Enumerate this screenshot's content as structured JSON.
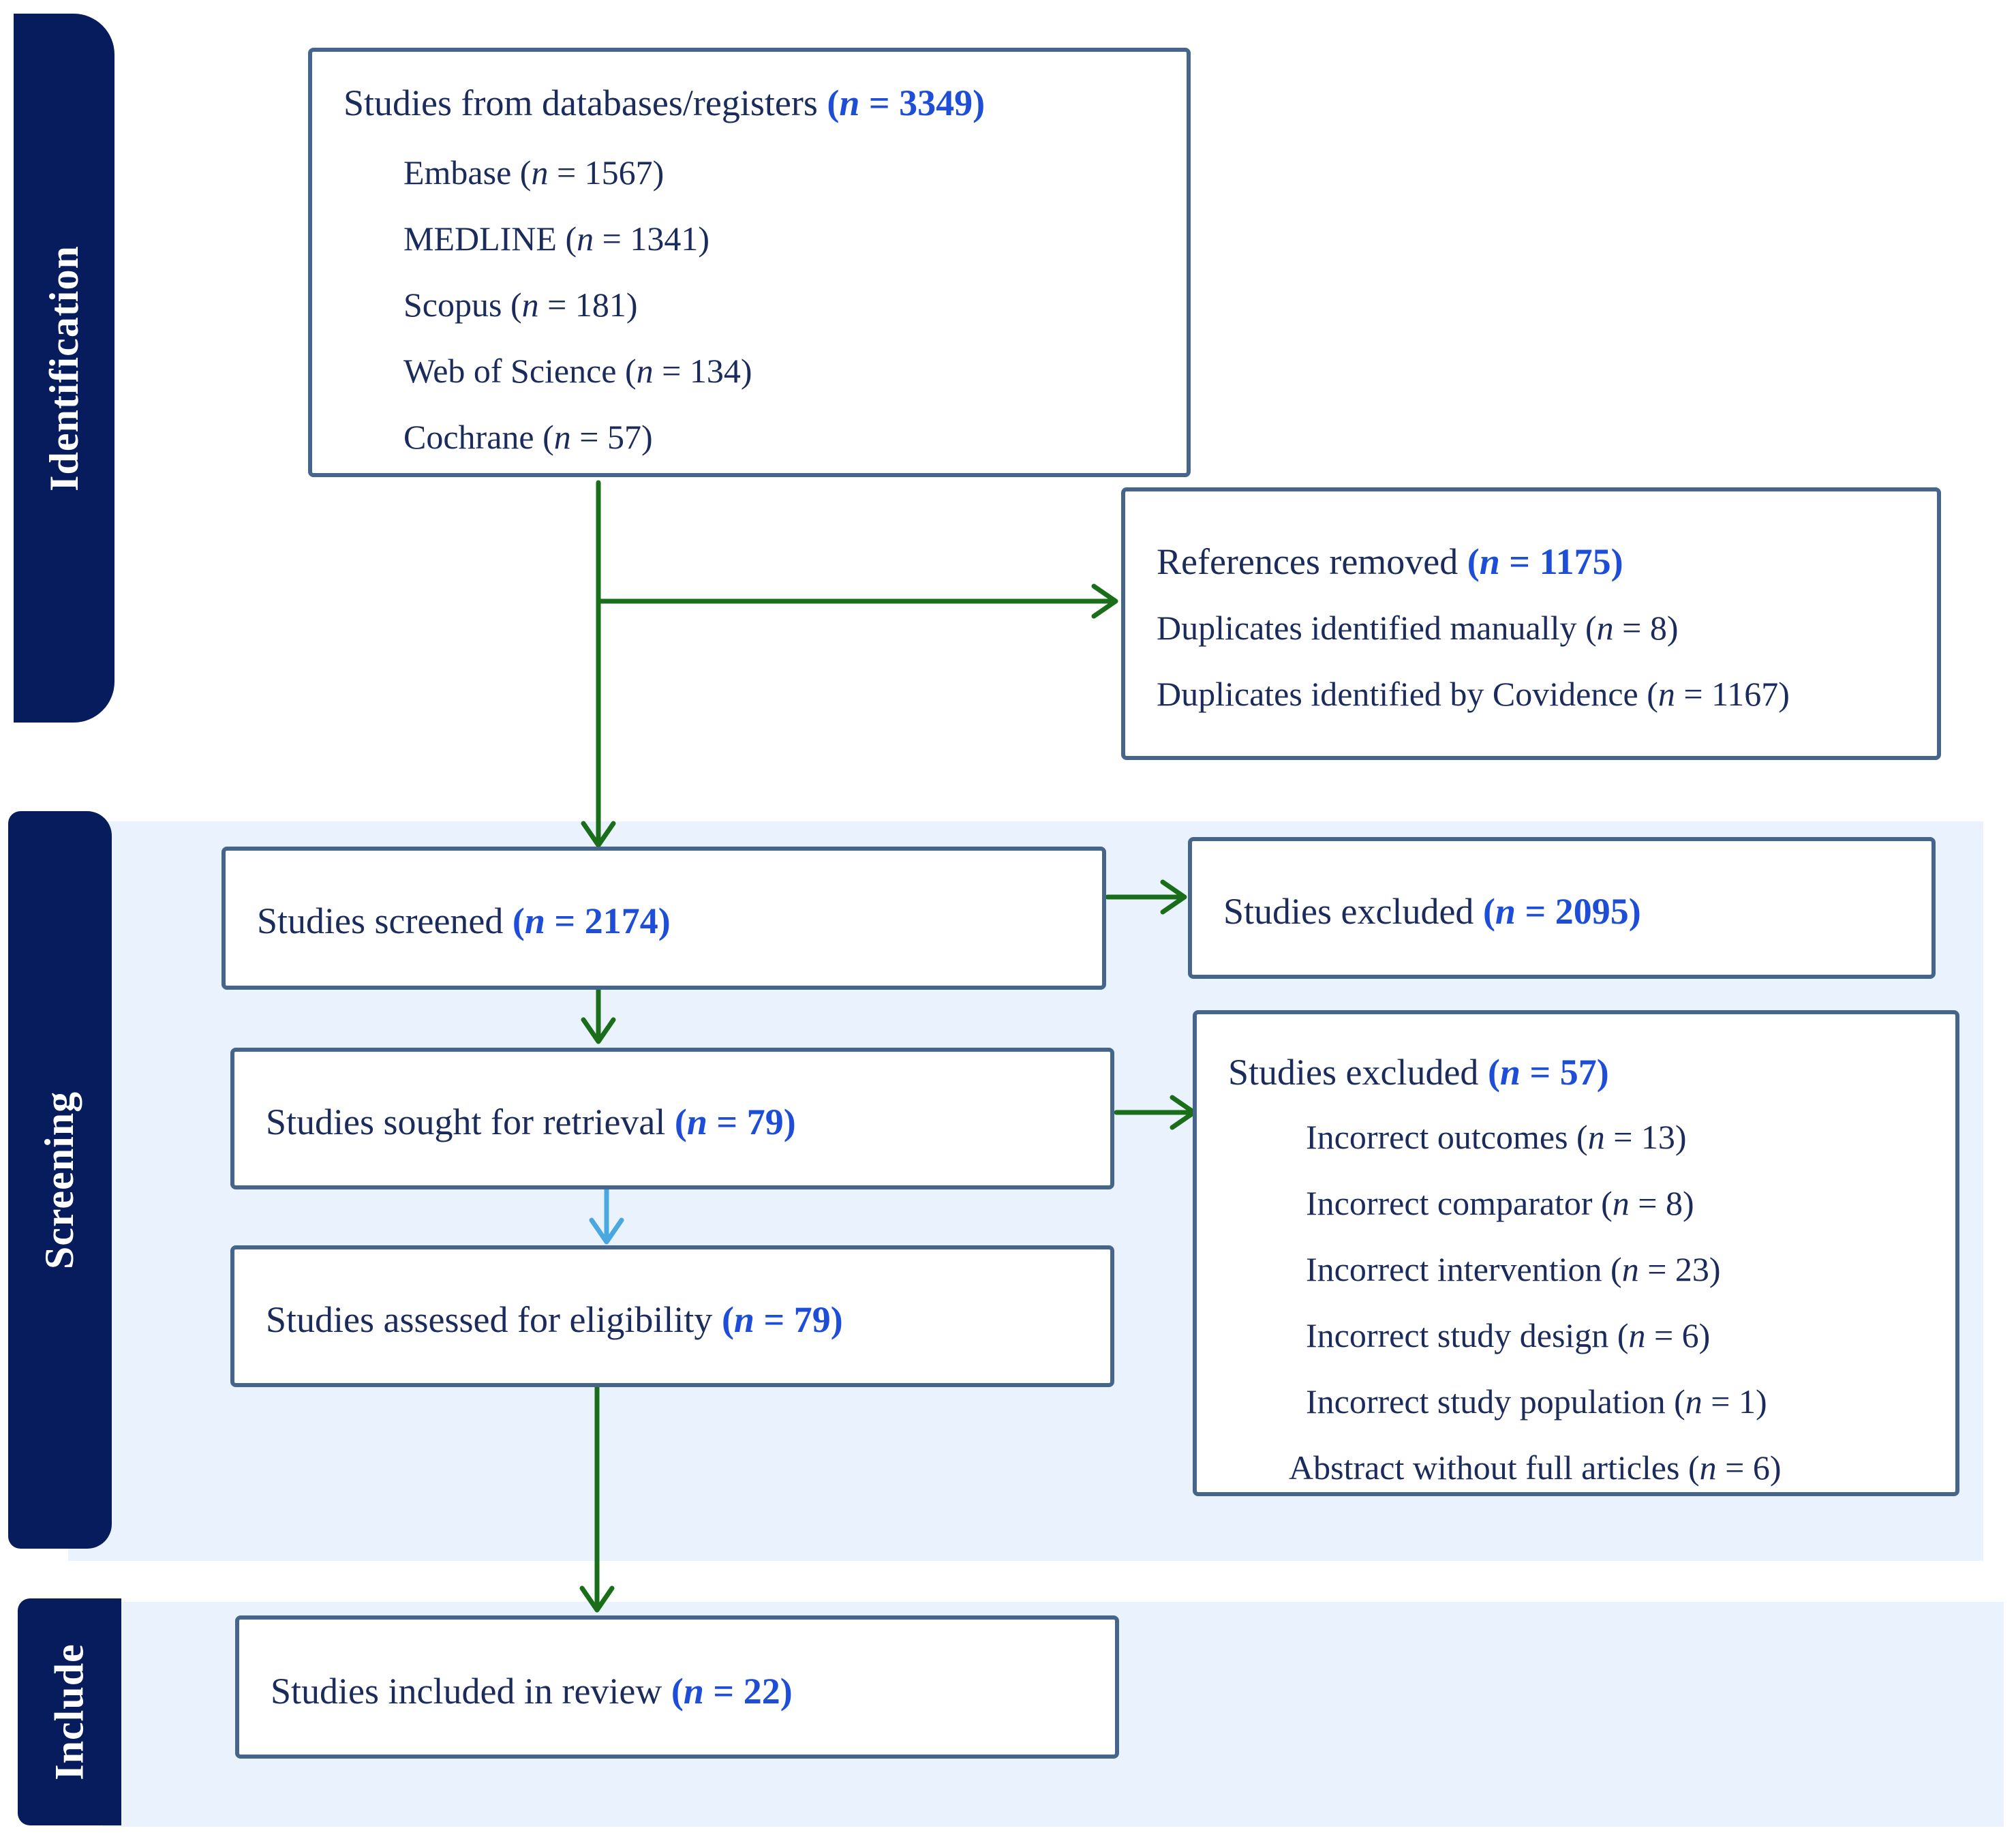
{
  "stages": {
    "identification": "Identification",
    "screening": "Screening",
    "include": "Include"
  },
  "n_label": "n",
  "boxes": {
    "identified": {
      "title": "Studies from databases/registers",
      "count": "3349",
      "items": [
        {
          "label": "Embase",
          "count": "1567"
        },
        {
          "label": "MEDLINE",
          "count": "1341"
        },
        {
          "label": "Scopus",
          "count": "181"
        },
        {
          "label": "Web of Science",
          "count": "134"
        },
        {
          "label": "Cochrane",
          "count": "57"
        }
      ]
    },
    "removed": {
      "title": "References removed",
      "count": "1175",
      "items": [
        {
          "label": "Duplicates identified manually",
          "count": "8"
        },
        {
          "label": "Duplicates identified by Covidence",
          "count": "1167"
        }
      ]
    },
    "screened": {
      "title": "Studies screened",
      "count": "2174"
    },
    "excluded_screen": {
      "title": "Studies excluded",
      "count": "2095"
    },
    "sought": {
      "title": "Studies sought for retrieval",
      "count": "79"
    },
    "excluded_full": {
      "title": "Studies excluded",
      "count": "57",
      "items": [
        {
          "label": "Incorrect outcomes",
          "count": "13"
        },
        {
          "label": "Incorrect comparator",
          "count": "8"
        },
        {
          "label": "Incorrect intervention",
          "count": "23"
        },
        {
          "label": "Incorrect study design",
          "count": "6"
        },
        {
          "label": "Incorrect study population",
          "count": "1"
        },
        {
          "label": "Abstract without full articles",
          "count": "6"
        }
      ]
    },
    "assessed": {
      "title": "Studies assessed for eligibility",
      "count": "79"
    },
    "included": {
      "title": "Studies included in review",
      "count": "22"
    }
  },
  "colors": {
    "stage_fill": "#061c5c",
    "band_fill": "#eaf3fd",
    "box_border": "#46658a",
    "text": "#1a2b5c",
    "count_highlight": "#1e4ed8",
    "arrow_green": "#1a6e1a",
    "arrow_light_blue": "#4aa8e0"
  }
}
